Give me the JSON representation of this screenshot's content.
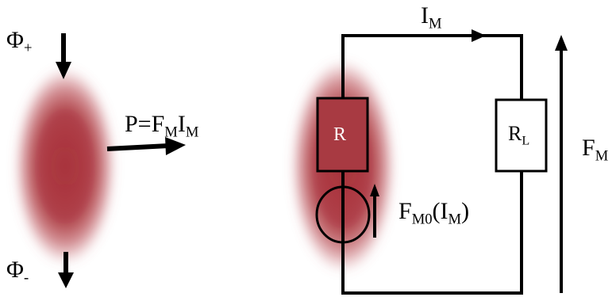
{
  "left": {
    "phi_plus": {
      "symbol": "Φ",
      "sub": "+"
    },
    "phi_minus": {
      "symbol": "Φ",
      "sub": "-"
    },
    "power": {
      "prefix": "P=F",
      "sub1": "M",
      "mid": "I",
      "sub2": "M"
    }
  },
  "circuit": {
    "current": {
      "symbol": "I",
      "sub": "M"
    },
    "resistor_r": "R",
    "resistor_load": {
      "symbol": "R",
      "sub": "L"
    },
    "source": {
      "prefix": "F",
      "sub": "M0",
      "arg_open": "(I",
      "arg_sub": "M",
      "arg_close": ")"
    },
    "mmf": {
      "symbol": "F",
      "sub": "M"
    }
  },
  "colors": {
    "blob": "#a8313a",
    "resistor_fill": "#a83a42",
    "stroke": "#000000"
  }
}
